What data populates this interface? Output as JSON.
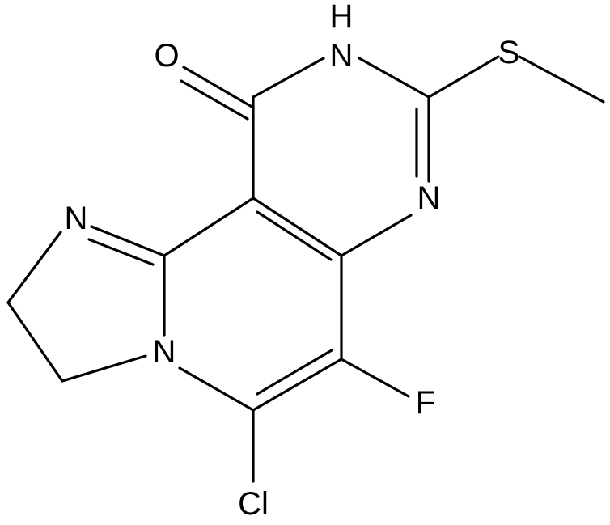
{
  "molecule": {
    "atoms": {
      "oxygen": "O",
      "nh_h": "H",
      "nh_n": "N",
      "sulfur": "S",
      "n_pyrimidine": "N",
      "n_imidazoline": "N",
      "n_bridge": "N",
      "fluorine": "F",
      "chlorine": "Cl"
    }
  }
}
